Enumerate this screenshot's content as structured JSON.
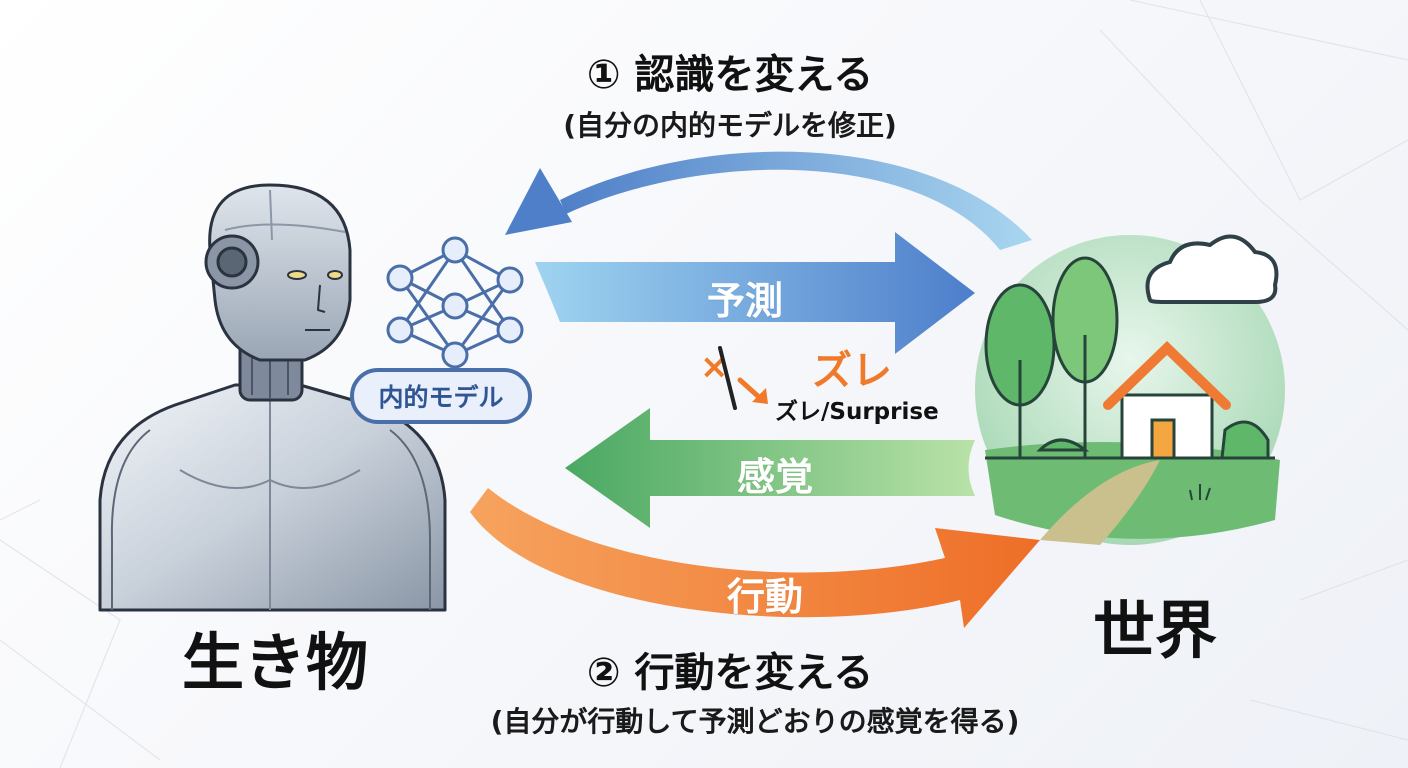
{
  "top": {
    "title": "① 認識を変える",
    "subtitle": "(自分の内的モデルを修正)"
  },
  "bottom": {
    "title": "② 行動を変える",
    "subtitle": "(自分が行動して予測どおりの感覚を得る)"
  },
  "left_label": "生き物",
  "right_label": "世界",
  "model_label": "内的モデル",
  "arrows": {
    "prediction": "予測",
    "sensation": "感覚",
    "action": "行動"
  },
  "mismatch": {
    "big": "ズレ",
    "small": "ズレ/Surprise"
  },
  "colors": {
    "prediction": "#5b8fd6",
    "sensation": "#5fb86a",
    "action": "#f08a3c",
    "recognition": "#4f86cc",
    "mismatch": "#f07a2a",
    "world_circle": "#a9d8b4"
  },
  "icons": {
    "robot": "robot-figure",
    "network": "neural-network-icon",
    "world": "world-landscape-icon"
  }
}
